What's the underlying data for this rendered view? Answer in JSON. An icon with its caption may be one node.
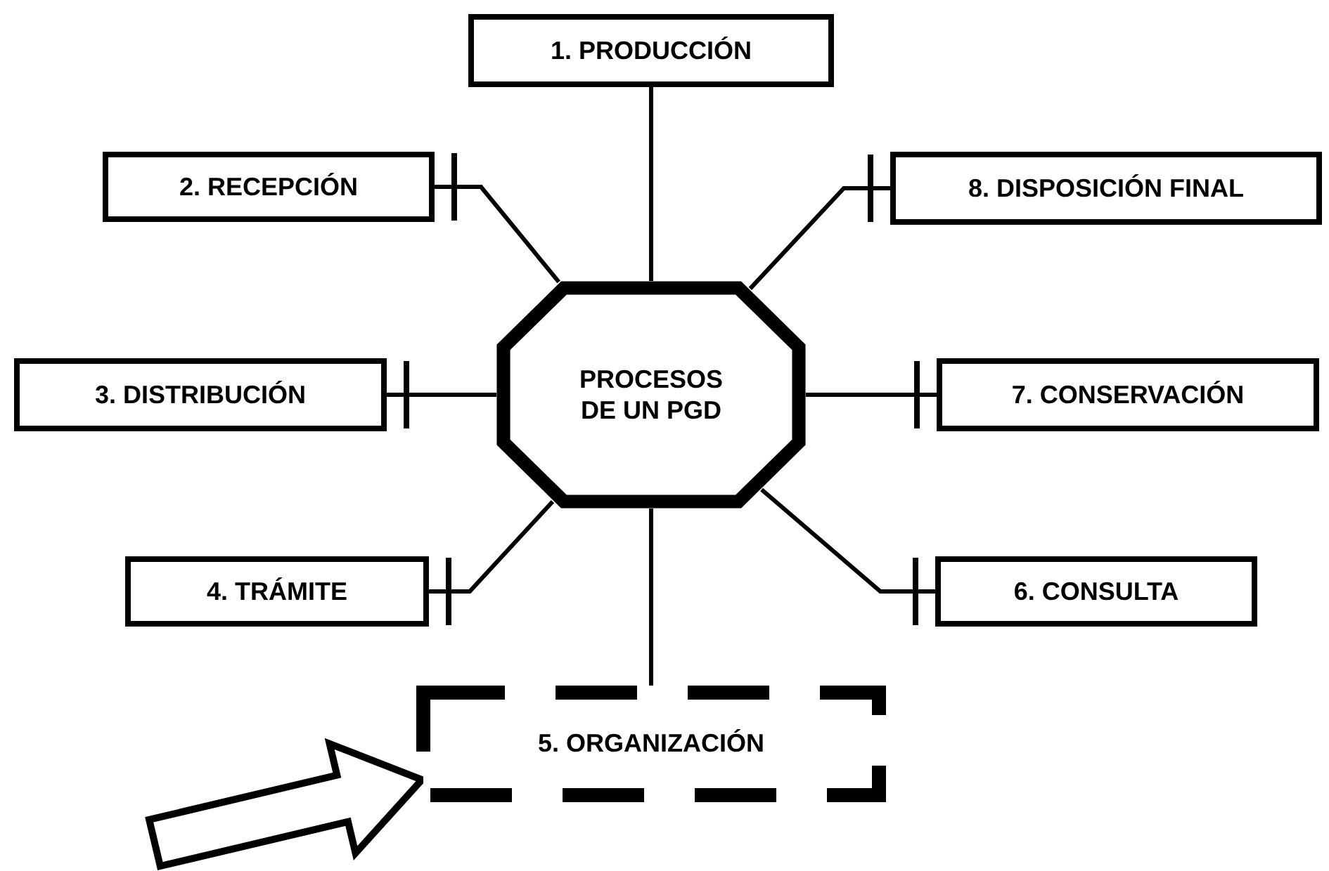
{
  "diagram": {
    "nodes": [
      {
        "text": [
          "PROCESOS DE UN PGD"
        ]
      },
      {
        "text": [
          "1. PRODUCCIÓN"
        ]
      },
      {
        "text": [
          "2. RECEPCIÓN"
        ]
      },
      {
        "text": [
          "3. DISTRIBUCIÓN"
        ]
      },
      {
        "text": [
          "4. TRÁMITE"
        ]
      },
      {
        "text": [
          "5. ORGANIZACIÓN"
        ]
      },
      {
        "text": [
          "6. CONSULTA"
        ]
      },
      {
        "text": [
          "7. CONSERVACIÓN"
        ]
      },
      {
        "text": [
          "8. DISPOSICIÓN FINAL"
        ]
      }
    ],
    "edges": [
      {
        "from": 0,
        "to": 1,
        "arrow": "none"
      },
      {
        "from": 0,
        "to": 2,
        "arrow": "other"
      },
      {
        "from": 0,
        "to": 3,
        "arrow": "other"
      },
      {
        "from": 0,
        "to": 4,
        "arrow": "other"
      },
      {
        "from": 0,
        "to": 5,
        "arrow": "none"
      },
      {
        "from": 0,
        "to": 6,
        "arrow": "other"
      },
      {
        "from": 0,
        "to": 7,
        "arrow": "other"
      },
      {
        "from": 0,
        "to": 8,
        "arrow": "other"
      },
      {
        "from": null,
        "to": 5,
        "arrow": "to",
        "style": "thick"
      }
    ]
  }
}
